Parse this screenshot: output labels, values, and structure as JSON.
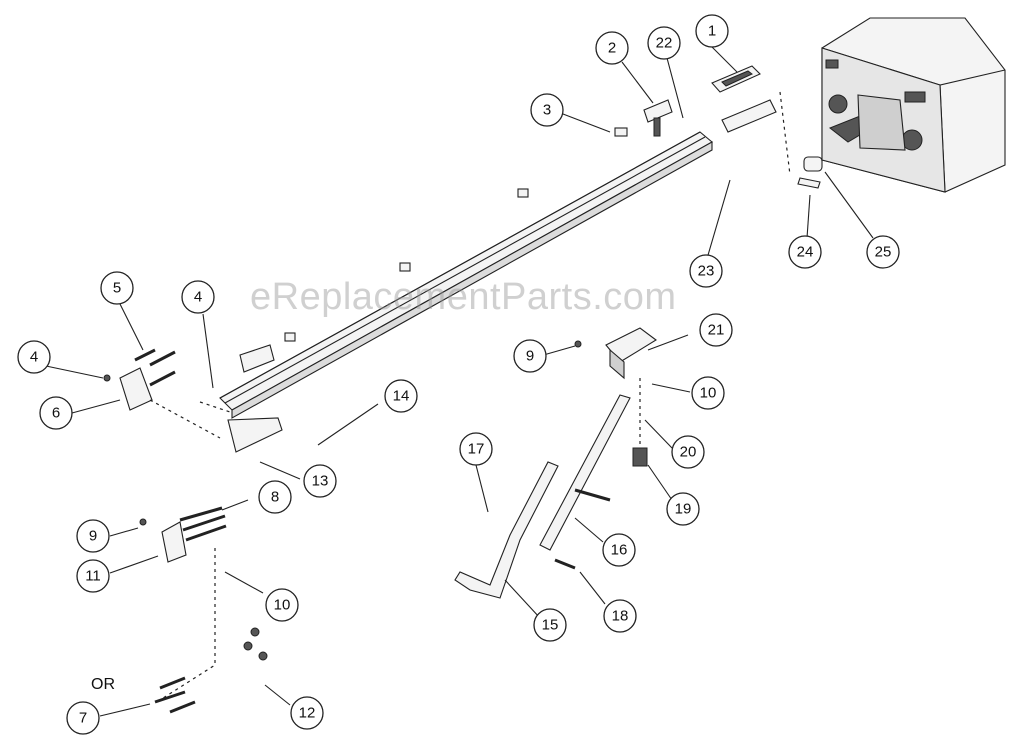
{
  "watermark": "eReplacementParts.com",
  "or_label": "OR",
  "callouts": {
    "c1": "1",
    "c2": "2",
    "c3": "3",
    "c4a": "4",
    "c4b": "4",
    "c5": "5",
    "c6": "6",
    "c7": "7",
    "c8": "8",
    "c9a": "9",
    "c9b": "9",
    "c10a": "10",
    "c10b": "10",
    "c11": "11",
    "c12": "12",
    "c13": "13",
    "c14": "14",
    "c15": "15",
    "c16": "16",
    "c17": "17",
    "c18": "18",
    "c19": "19",
    "c20": "20",
    "c21": "21",
    "c22": "22",
    "c23": "23",
    "c24": "24",
    "c25": "25"
  }
}
